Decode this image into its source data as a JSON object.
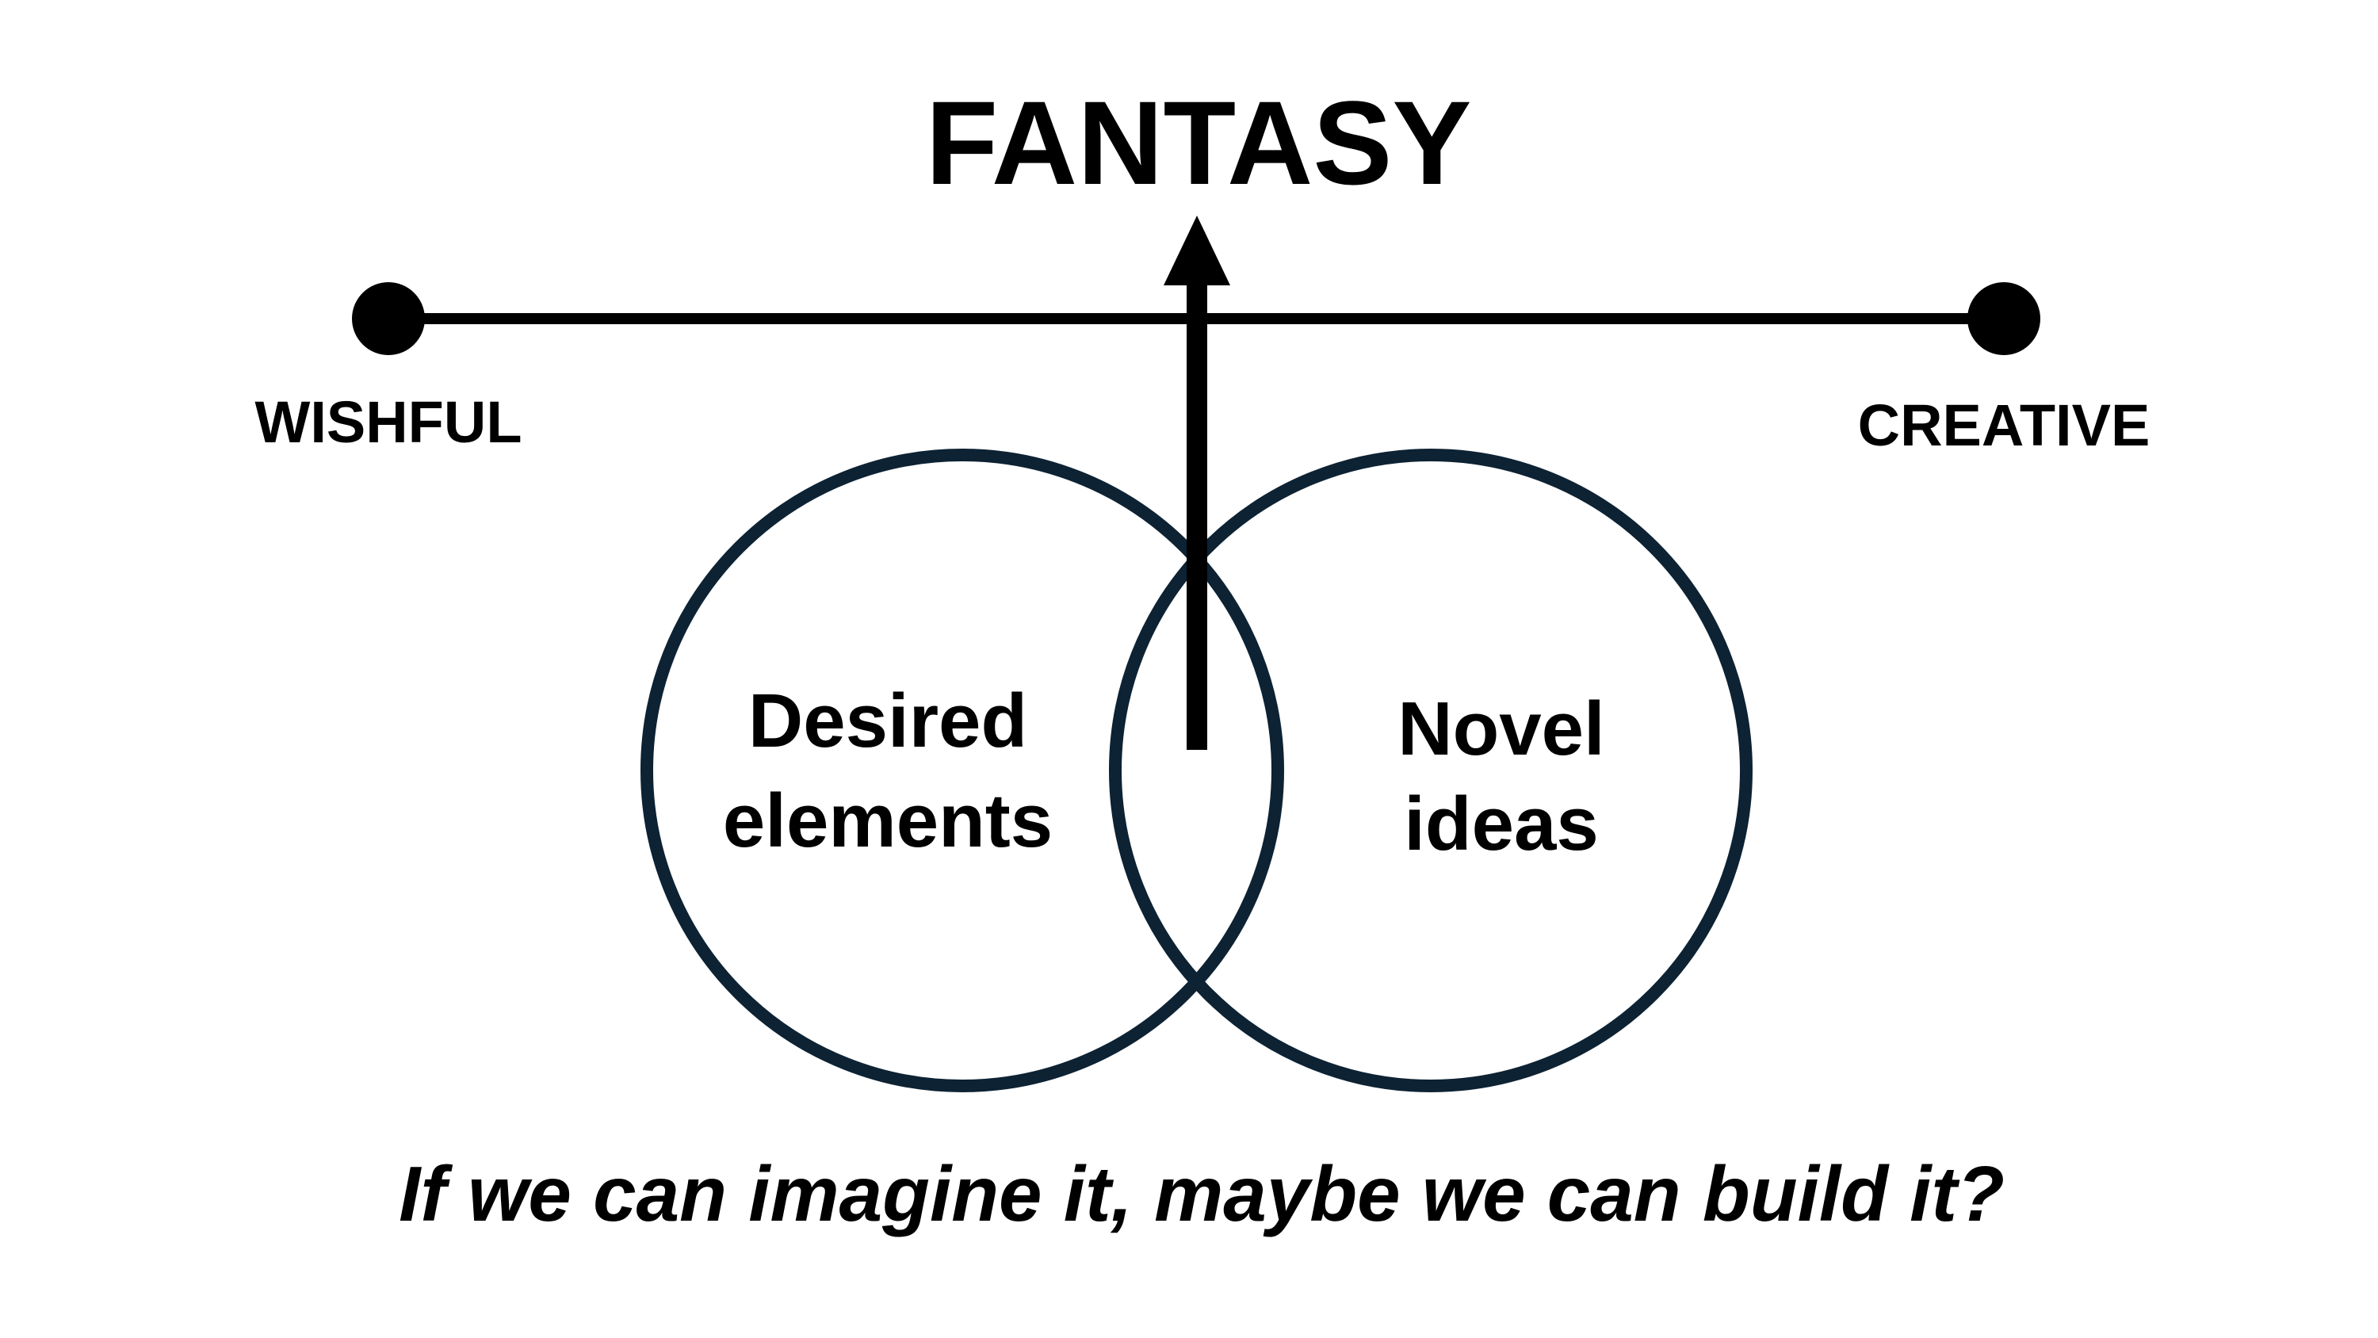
{
  "title": "FANTASY",
  "left_label": "WISHFUL",
  "right_label": "CREATIVE",
  "left_circle": {
    "line1": "Desired",
    "line2": "elements"
  },
  "right_circle": {
    "line1": "Novel",
    "line2": "ideas"
  },
  "tagline": "If we can imagine it, maybe we can build it?",
  "colors": {
    "ink": "#000000",
    "circle_stroke": "#0d2233",
    "background": "#ffffff"
  }
}
